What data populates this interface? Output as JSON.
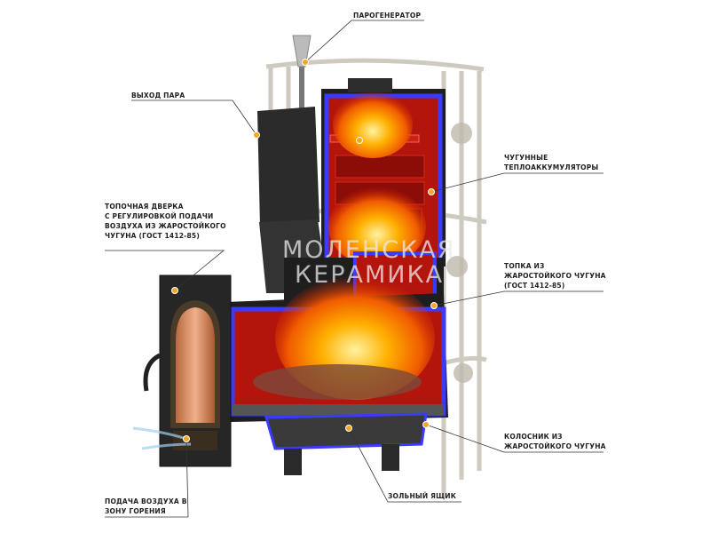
{
  "labels": {
    "steam_generator": "ПАРОГЕНЕРАТОР",
    "steam_outlet": "ВЫХОД ПАРА",
    "door": [
      "ТОПОЧНАЯ ДВЕРКА",
      "С РЕГУЛИРОВКОЙ ПОДАЧИ",
      "ВОЗДУХА ИЗ ЖАРОСТОЙКОГО",
      "ЧУГУНА (ГОСТ 1412-85)"
    ],
    "accumulators": [
      "ЧУГУННЫЕ",
      "ТЕПЛОАККУМУЛЯТОРЫ"
    ],
    "firebox": [
      "ТОПКА ИЗ",
      "ЖАРОСТОЙКОГО ЧУГУНА",
      "(ГОСТ 1412-85)"
    ],
    "grate": [
      "КОЛОСНИК ИЗ",
      "ЖАРОСТОЙКОГО ЧУГУНА"
    ],
    "ash_box": "ЗОЛЬНЫЙ ЯЩИК",
    "air_supply": [
      "ПОДАЧА ВОЗДУХА В",
      "ЗОНУ ГОРЕНИЯ"
    ]
  },
  "watermark": [
    "МОЛЕНСКАЯ",
    "КЕРАМИКА"
  ],
  "colors": {
    "callout_dot": "#f5a623",
    "section_outline": "#3b3bff",
    "interior": "#b3140c",
    "cast_iron": "#2a2a2a",
    "grille": "#cfcac0"
  }
}
